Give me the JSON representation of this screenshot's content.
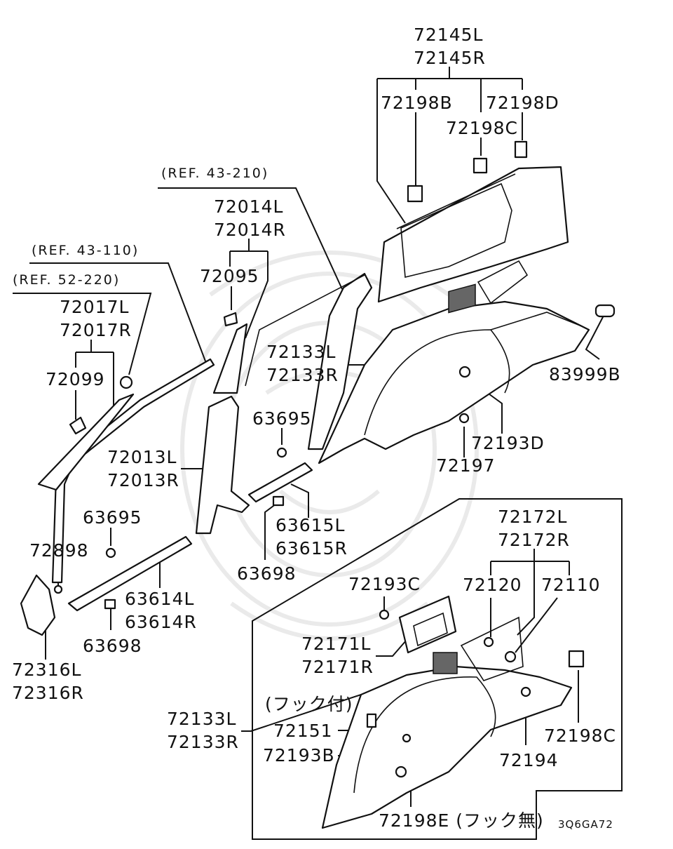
{
  "labels": {
    "p72145L": "72145L",
    "p72145R": "72145R",
    "p72198B": "72198B",
    "p72198D": "72198D",
    "p72198C_top": "72198C",
    "ref43_210": "(REF. 43-210)",
    "p72014L": "72014L",
    "p72014R": "72014R",
    "p72095": "72095",
    "ref43_110": "(REF. 43-110)",
    "ref52_220": "(REF. 52-220)",
    "p72017L": "72017L",
    "p72017R": "72017R",
    "p72099": "72099",
    "p72133L_top": "72133L",
    "p72133R_top": "72133R",
    "p83999B": "83999B",
    "p63695_mid": "63695",
    "p72193D": "72193D",
    "p72197": "72197",
    "p72013L": "72013L",
    "p72013R": "72013R",
    "p63615L": "63615L",
    "p63615R": "63615R",
    "p63698_mid": "63698",
    "p63695_left": "63695",
    "p72898": "72898",
    "p63614L": "63614L",
    "p63614R": "63614R",
    "p63698_left": "63698",
    "p72316L": "72316L",
    "p72316R": "72316R",
    "p72172L": "72172L",
    "p72172R": "72172R",
    "p72193C": "72193C",
    "p72120": "72120",
    "p72110": "72110",
    "p72171L": "72171L",
    "p72171R": "72171R",
    "hook_with": "(フック付)",
    "p72133L_bot": "72133L",
    "p72133R_bot": "72133R",
    "p72151": "72151",
    "p72193B": "72193B",
    "p72198C_bot": "72198C",
    "p72194": "72194",
    "p72198E": "72198E (フック無)",
    "diagram_code": "3Q6GA72"
  }
}
